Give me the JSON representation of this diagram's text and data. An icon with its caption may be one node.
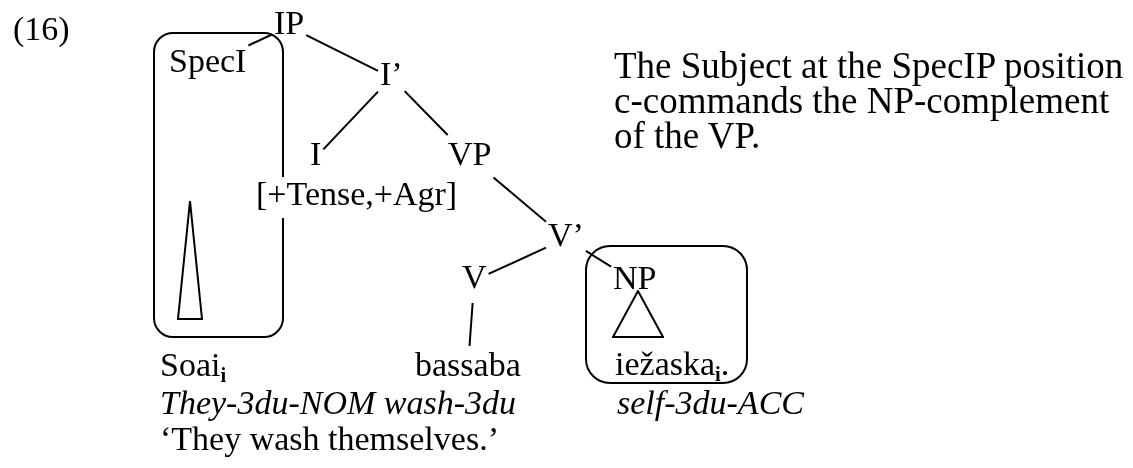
{
  "diagram": {
    "nodes": [
      {
        "text": [
          "IP"
        ]
      },
      {
        "text": [],
        "shape": "box"
      },
      {
        "text": [
          "SpecI"
        ],
        "in": 1
      },
      {
        "text": [],
        "shape": "triangle",
        "in": 1
      },
      {
        "text": [
          "I’"
        ]
      },
      {
        "text": [
          "I"
        ],
        "beside": [
          "[+Tense,+Agr]"
        ]
      },
      {
        "text": [
          "VP"
        ]
      },
      {
        "text": [
          "V’"
        ]
      },
      {
        "text": [
          "V"
        ]
      },
      {
        "text": [],
        "shape": "box"
      },
      {
        "text": [
          "NP"
        ],
        "in": 9
      },
      {
        "text": [],
        "shape": "triangle",
        "in": 9
      },
      {
        "text": [
          "bassaba"
        ]
      },
      {
        "text": [
          "iežaska$_{i}$."
        ],
        "in": 9
      }
    ],
    "edges": [
      {
        "from": 0,
        "to": 2,
        "arrow": "none"
      },
      {
        "from": 0,
        "to": 4,
        "arrow": "none"
      },
      {
        "from": 4,
        "to": 5,
        "arrow": "none"
      },
      {
        "from": 4,
        "to": 6,
        "arrow": "none"
      },
      {
        "from": 6,
        "to": 7,
        "arrow": "none"
      },
      {
        "from": 7,
        "to": 8,
        "arrow": "none"
      },
      {
        "from": 7,
        "to": 10,
        "arrow": "none"
      },
      {
        "from": 8,
        "to": 12,
        "arrow": "none"
      }
    ],
    "labels": [
      "(16)",
      "The Subject at the SpecIP position c-commands the NP-complement of the VP.",
      "Soai$_{i}$",
      "They-3du-NOM wash-3du",
      "self-3du-ACC",
      "‘They wash themselves.’"
    ]
  }
}
